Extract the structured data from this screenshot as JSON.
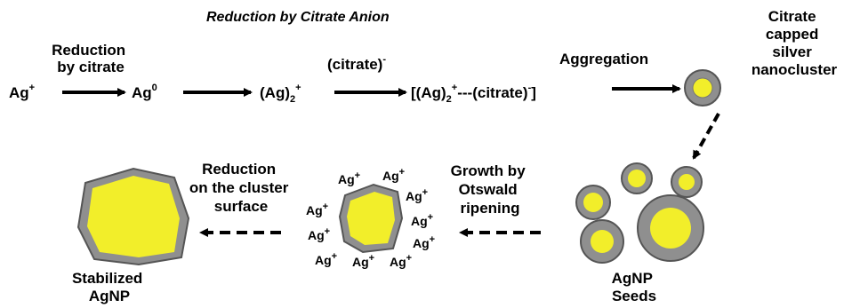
{
  "title": "Reduction by Citrate Anion",
  "top_row": {
    "ag_plus": "Ag",
    "ag_plus_sup": "+",
    "reduction_line1": "Reduction",
    "reduction_line2": "by citrate",
    "ag0": "Ag",
    "ag0_sup": "0",
    "ag2_open": "(Ag)",
    "ag2_sub": "2",
    "ag2_sup": "+",
    "citrate_label": "(citrate)",
    "citrate_sup": "-",
    "complex_a": "[(Ag)",
    "complex_sub": "2",
    "complex_sup": "+",
    "complex_b": "---(citrate)",
    "complex_sup2": "-",
    "complex_c": "]",
    "aggregation": "Aggregation",
    "nanocluster_line1": "Citrate",
    "nanocluster_line2": "capped",
    "nanocluster_line3": "silver",
    "nanocluster_line4": "nanocluster"
  },
  "bottom_row": {
    "seeds_line1": "AgNP",
    "seeds_line2": "Seeds",
    "growth_line1": "Growth by",
    "growth_line2": "Otswald",
    "growth_line3": "ripening",
    "ion_label": "Ag",
    "ion_sup": "+",
    "surface_line1": "Reduction",
    "surface_line2": "on the cluster",
    "surface_line3": "surface",
    "stabilized_line1": "Stabilized",
    "stabilized_line2": "AgNP"
  },
  "colors": {
    "core": "#f2ee2a",
    "shell": "#8f8f8f",
    "shell_stroke": "#555555",
    "arrow": "#000000"
  }
}
